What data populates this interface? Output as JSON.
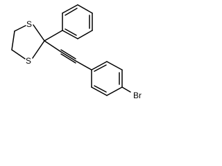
{
  "molecule": {
    "atoms": {
      "sulfur_top": "S",
      "sulfur_bottom": "S",
      "bromine": "Br"
    },
    "colors": {
      "bond": "#000000",
      "label": "#000000",
      "background": "#ffffff"
    }
  }
}
